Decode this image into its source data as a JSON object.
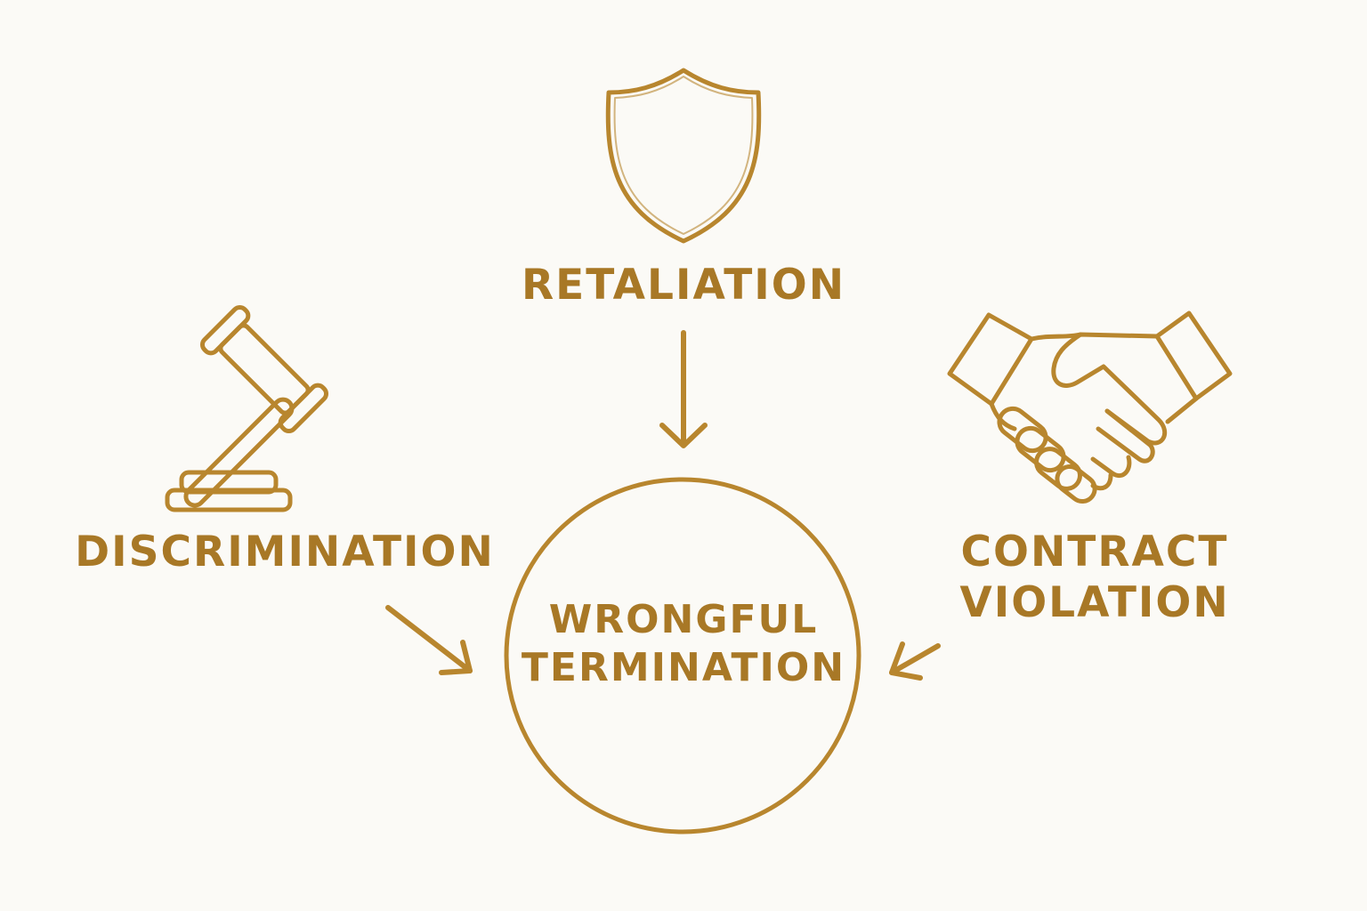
{
  "colors": {
    "background": "#fbfaf6",
    "accent": "#b8862e",
    "text": "#a87826"
  },
  "center": {
    "line1": "WRONGFUL",
    "line2": "TERMINATION"
  },
  "factors": {
    "retaliation": {
      "label": "RETALIATION",
      "icon": "shield-icon"
    },
    "discrimination": {
      "label": "DISCRIMINATION",
      "icon": "gavel-icon"
    },
    "contract": {
      "line1": "CONTRACT",
      "line2": "VIOLATION",
      "icon": "handshake-icon"
    }
  }
}
